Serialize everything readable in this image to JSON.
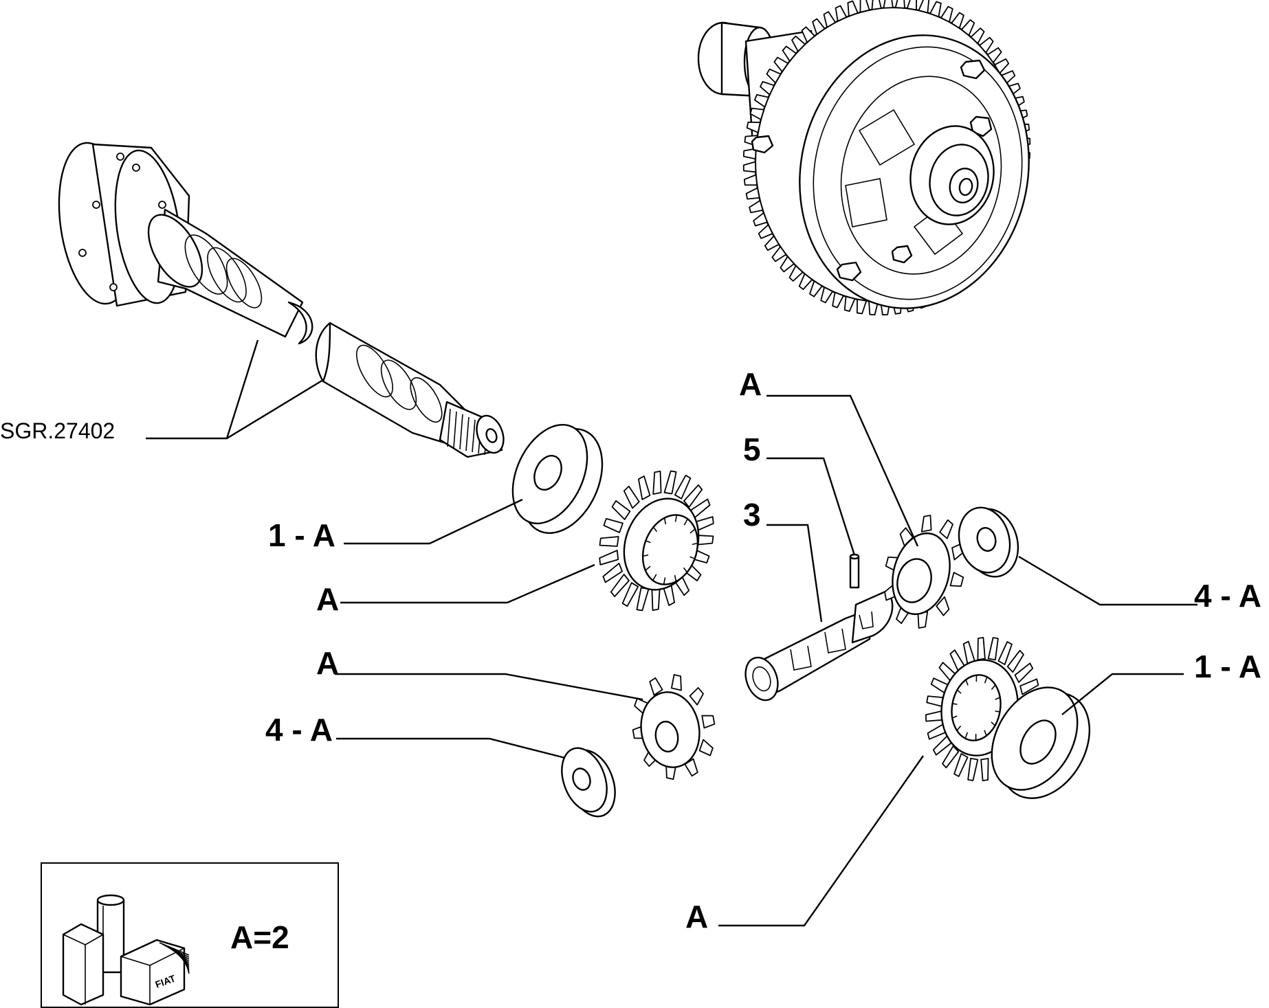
{
  "diagram": {
    "reference_code": "SGR.27402",
    "callouts": {
      "washer_left": "1 - A",
      "side_gear_left": "A",
      "pinion_left": "A",
      "pinion_washer_left": "4 - A",
      "pinion_top_right": "A",
      "pin": "5",
      "shaft": "3",
      "pinion_washer_right": "4 - A",
      "washer_right": "1 - A",
      "side_gear_right": "A"
    },
    "legend": {
      "quantity": "A=2",
      "box_brand": "FIAT"
    }
  }
}
